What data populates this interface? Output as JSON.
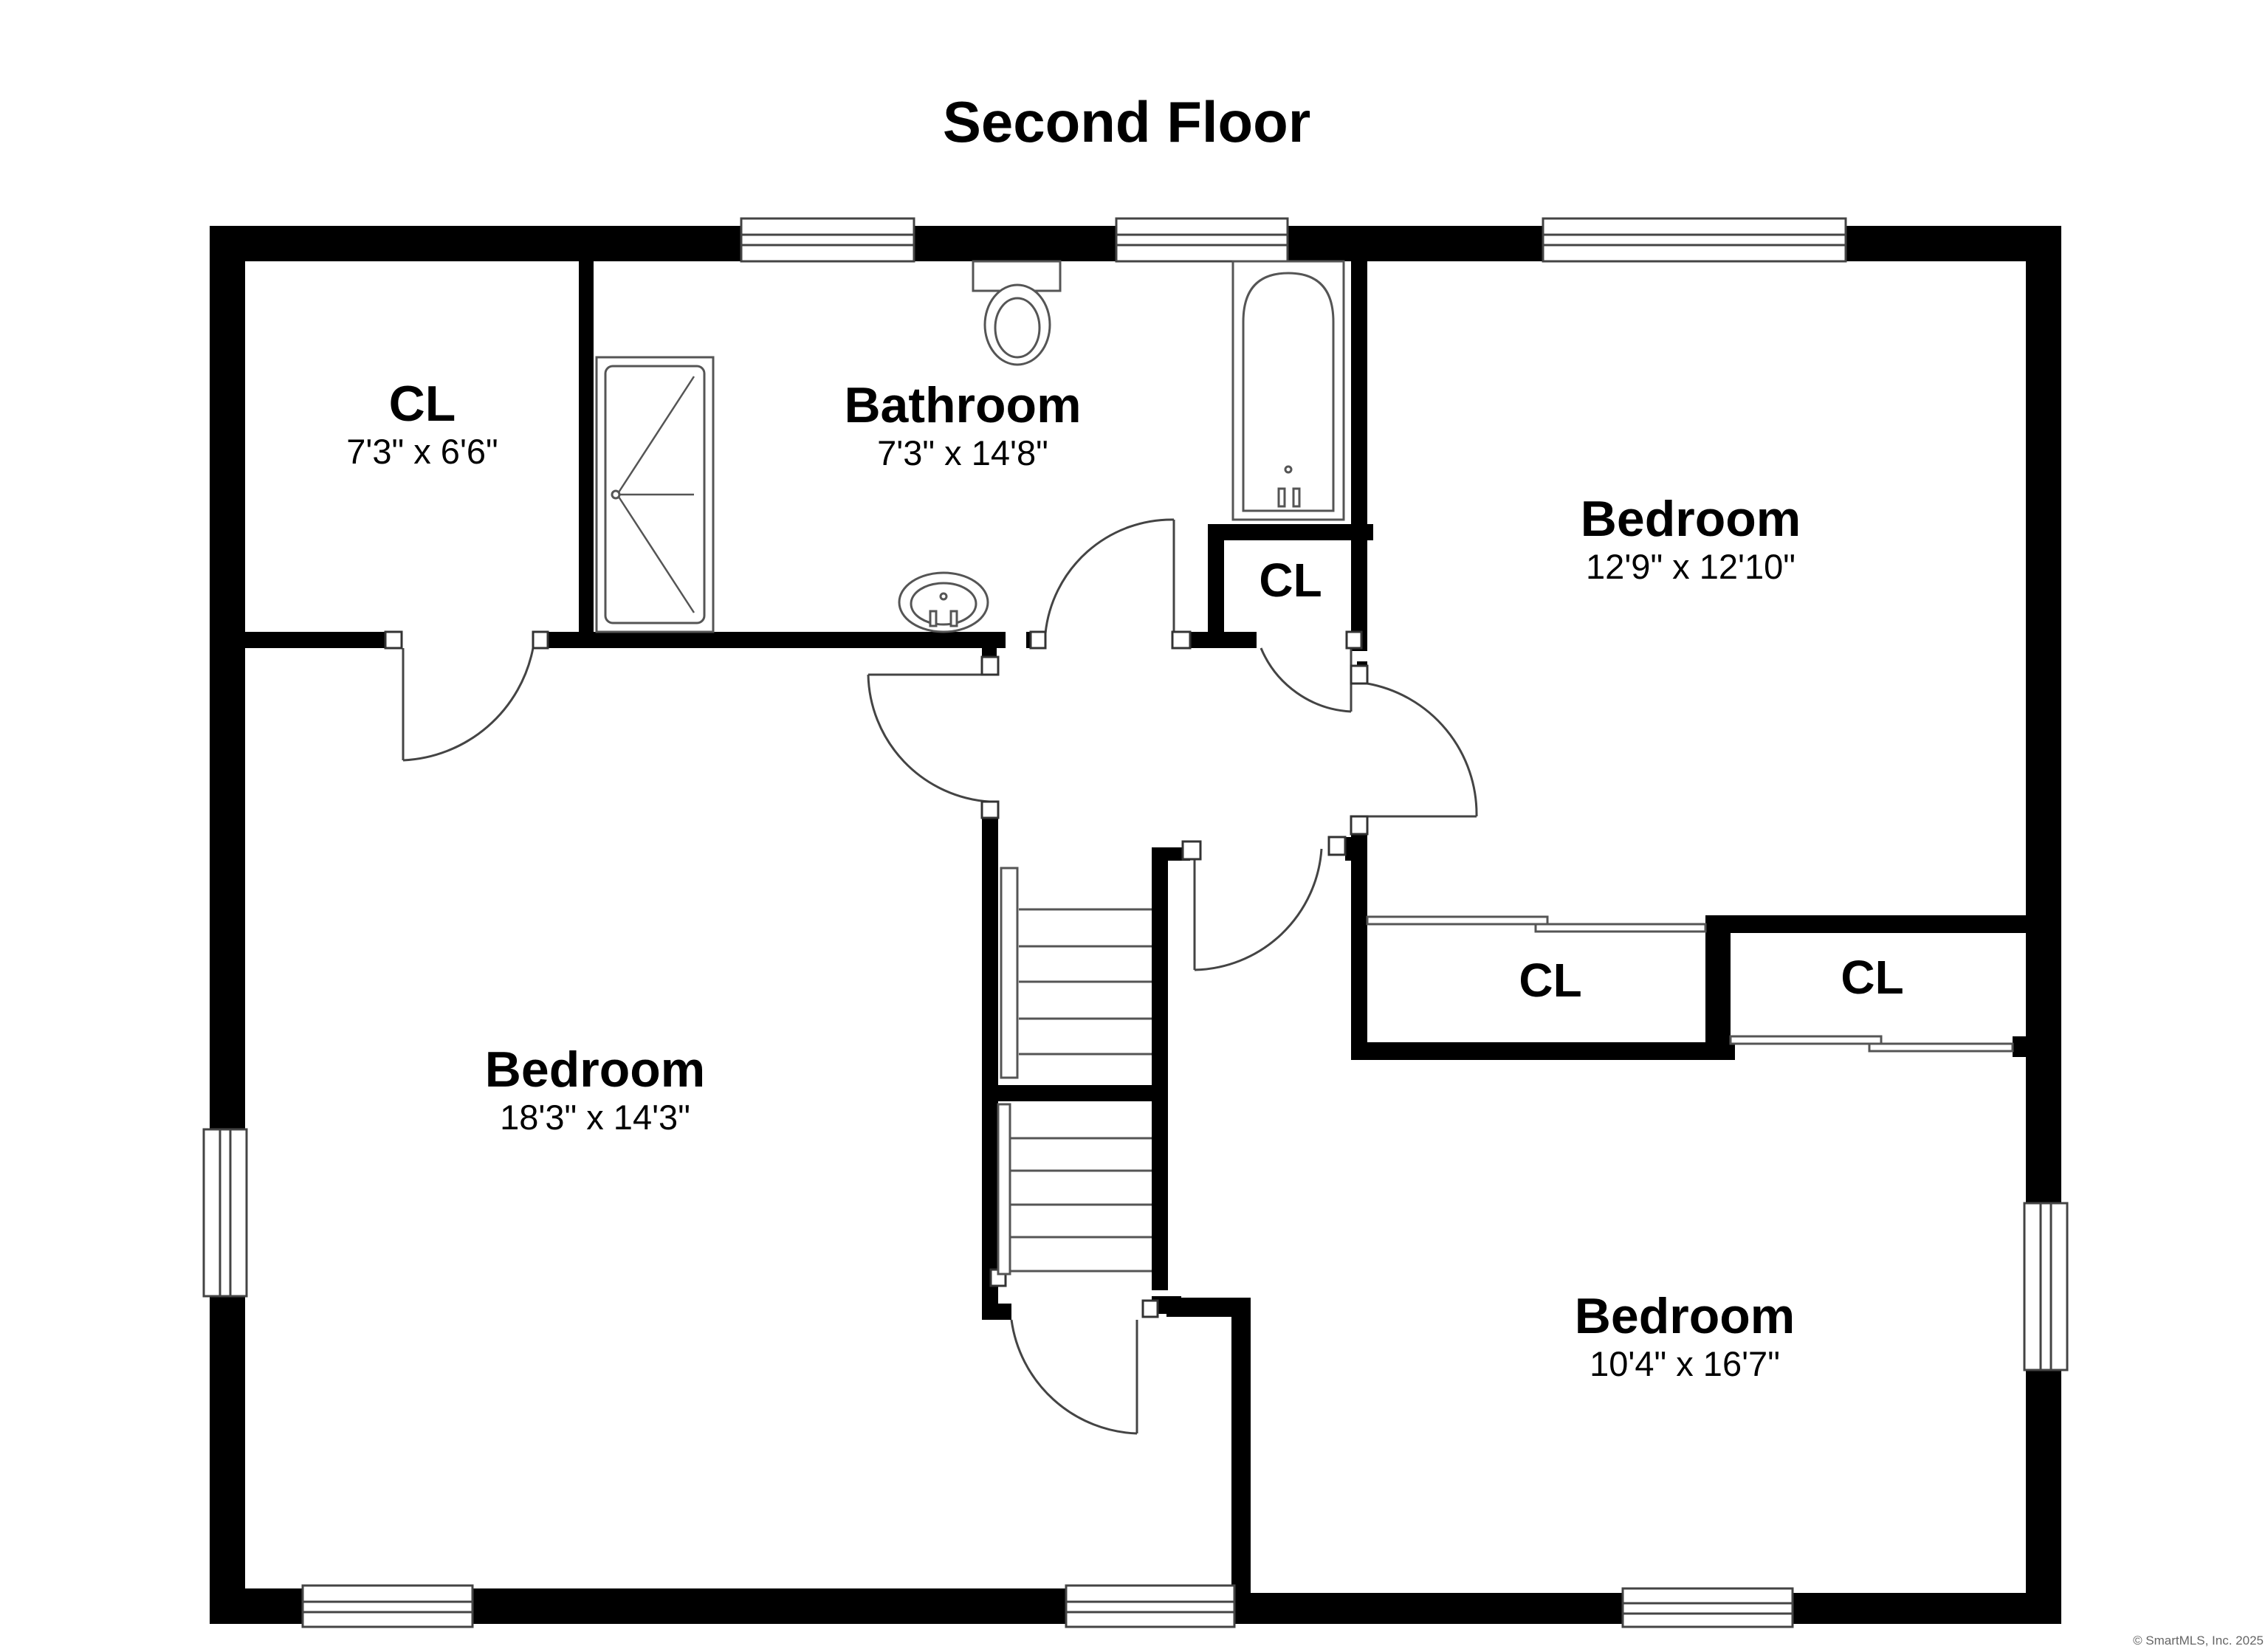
{
  "title": "Second Floor",
  "rooms": [
    {
      "name": "CL",
      "dimensions": "7'3\" x 6'6\""
    },
    {
      "name": "Bathroom",
      "dimensions": "7'3\" x 14'8\""
    },
    {
      "name": "Bedroom",
      "dimensions": "12'9\" x 12'10\""
    },
    {
      "name": "Bedroom",
      "dimensions": "18'3\" x 14'3\""
    },
    {
      "name": "Bedroom",
      "dimensions": "10'4\" x 16'7\""
    }
  ],
  "closets": [
    "CL",
    "CL",
    "CL"
  ],
  "copyright": "© SmartMLS, Inc. 2025"
}
